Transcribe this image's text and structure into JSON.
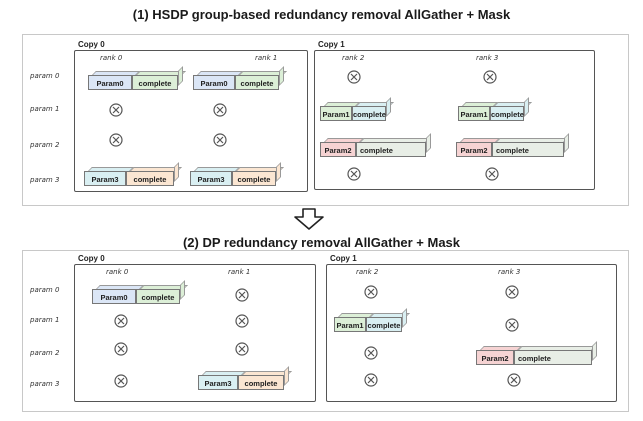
{
  "titles": {
    "top": "(1) HSDP group-based redundancy removal AllGather + Mask",
    "bottom": "(2) DP redundancy removal AllGather + Mask"
  },
  "labels": {
    "copy0": "Copy 0",
    "copy1": "Copy 1",
    "param0": "param 0",
    "param1": "param 1",
    "param2": "param 2",
    "param3": "param 3",
    "rank0": "rank 0",
    "rank1": "rank 1",
    "rank2": "rank 2",
    "rank3": "rank 3"
  },
  "blocks": {
    "param0": "Param0",
    "param1": "Param1",
    "param2": "Param2",
    "param3": "Param3",
    "complete": "complete"
  },
  "icons": {
    "masked": "circled-x-icon",
    "transition": "down-arrow-icon"
  },
  "colors": {
    "blue": "#dbe6f6",
    "green": "#dcefd7",
    "orange": "#fbe6d2",
    "teal": "#d9eff2",
    "red": "#f6d3d3"
  }
}
